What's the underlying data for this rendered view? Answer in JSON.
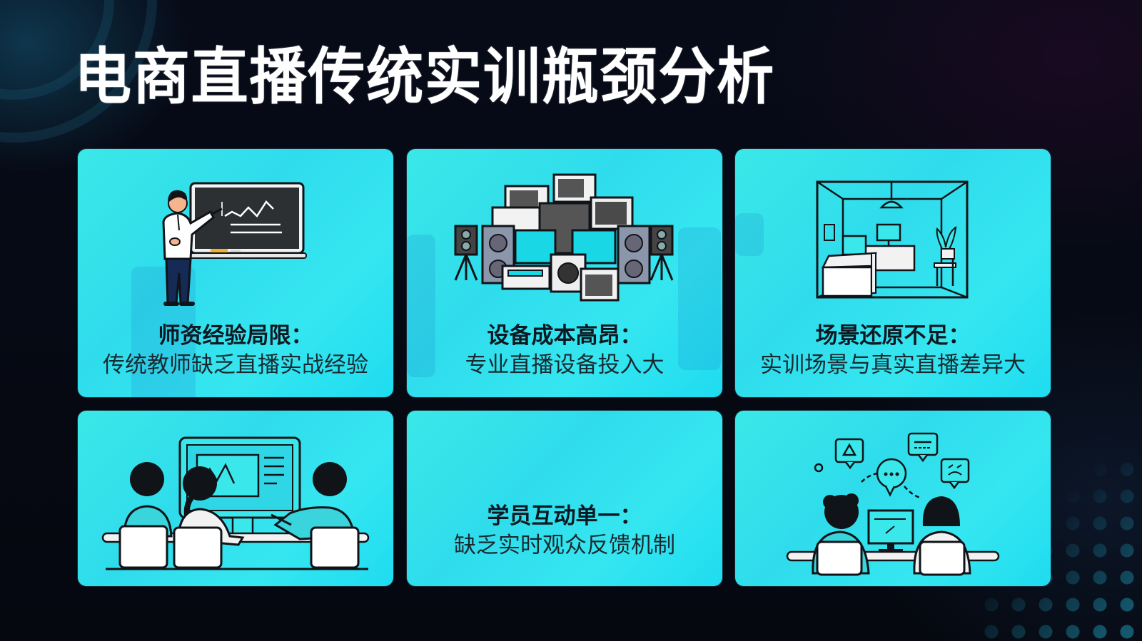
{
  "slide": {
    "title": "电商直播传统实训瓶颈分析"
  },
  "cards": [
    {
      "heading": "师资经验局限：",
      "description": "传统教师缺乏直播实战经验",
      "illustration": "teacher-at-blackboard"
    },
    {
      "heading": "设备成本高昂：",
      "description": "专业直播设备投入大",
      "illustration": "pile-of-equipment"
    },
    {
      "heading": "场景还原不足：",
      "description": "实训场景与真实直播差异大",
      "illustration": "empty-room-scene"
    },
    {
      "heading": "",
      "description": "",
      "illustration": "students-watching-screen"
    },
    {
      "heading": "学员互动单一：",
      "description": "缺乏实时观众反馈机制",
      "illustration": ""
    },
    {
      "heading": "",
      "description": "",
      "illustration": "two-people-chat-bubbles"
    }
  ],
  "colors": {
    "background": "#060914",
    "card": "#35e6f0",
    "title": "#ffffff",
    "text": "#0e1820",
    "outline": "#101418"
  }
}
